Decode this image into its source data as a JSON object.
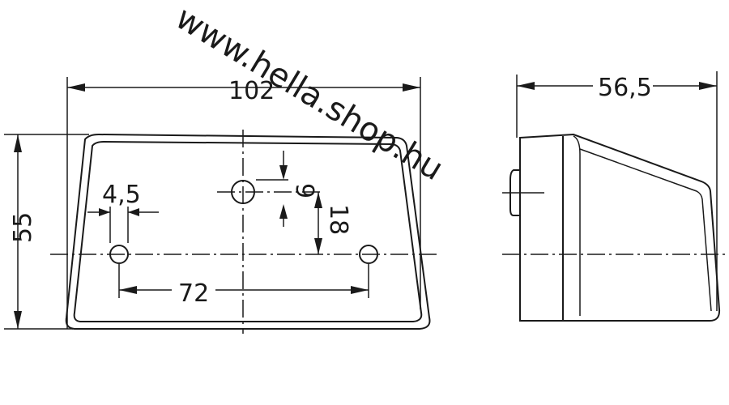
{
  "front_view": {
    "width_label": "102",
    "height_label": "55",
    "hole_diameter_label": "4,5",
    "hole_spacing_label": "72",
    "top_hole_offset_label": "9",
    "top_hole_height_label": "18"
  },
  "side_view": {
    "depth_label": "56,5"
  },
  "watermark": {
    "text": "www.hella.shop.hu"
  }
}
